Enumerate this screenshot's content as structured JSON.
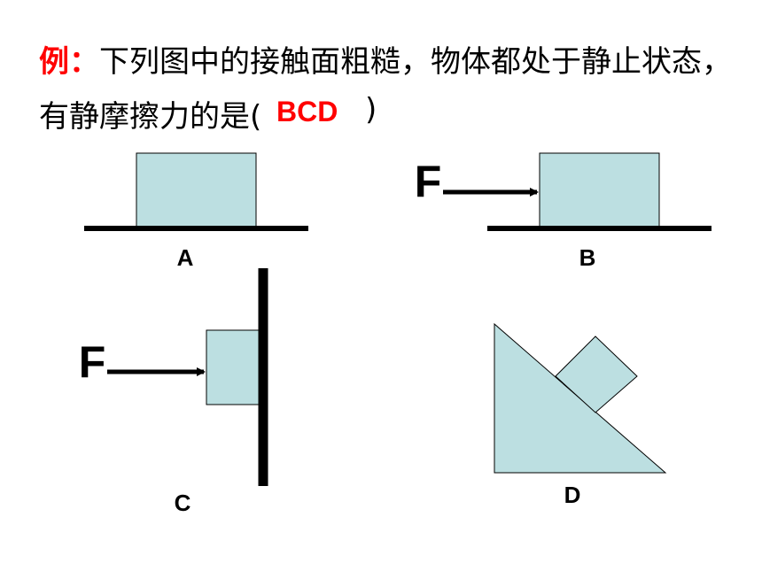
{
  "question": {
    "prefix": "例：",
    "text_line1": "下列图中的接触面粗糙，物体都处于静止状态，",
    "text_line2": "有静摩擦力的是(",
    "answer": "BCD",
    "close_paren": ")"
  },
  "figures": {
    "a": {
      "label": "A"
    },
    "b": {
      "label": "B",
      "force_label": "F"
    },
    "c": {
      "label": "C",
      "force_label": "F"
    },
    "d": {
      "label": "D"
    }
  },
  "colors": {
    "block_fill": "#bcdfe1",
    "stroke": "#000000",
    "accent": "#ff0000"
  }
}
